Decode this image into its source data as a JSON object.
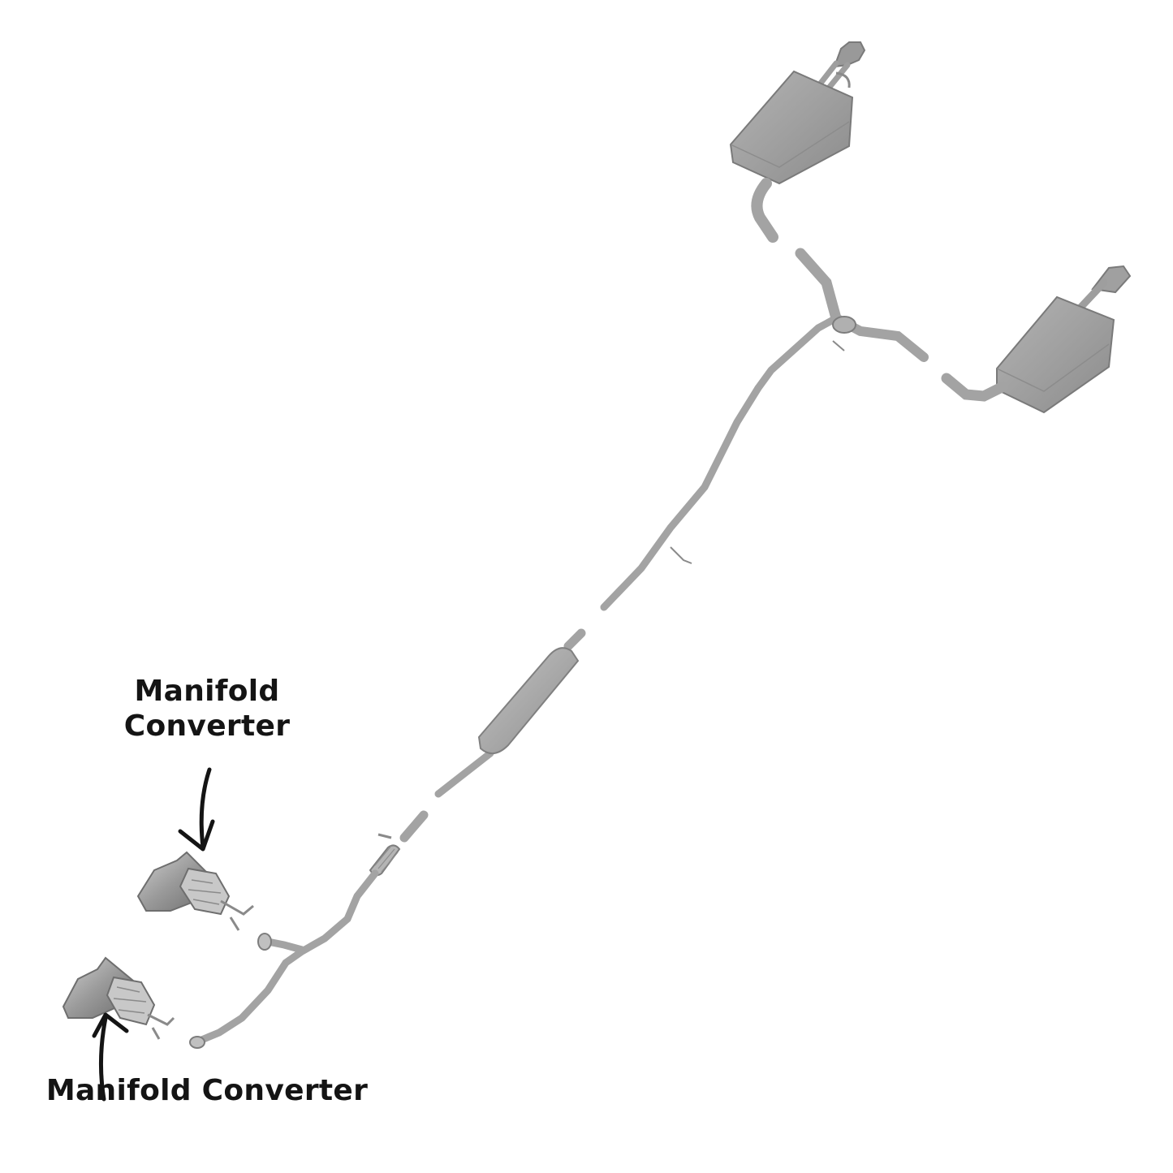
{
  "labels": {
    "upper_line1": "Manifold",
    "upper_line2": "Converter",
    "lower": "Manifold Converter"
  },
  "colors": {
    "pipe": "#a3a3a3",
    "pipe_dark": "#7d7d7d",
    "muffler_light": "#b8b8b8",
    "muffler_dark": "#8a8a8a",
    "text": "#141414",
    "background": "#ffffff"
  }
}
